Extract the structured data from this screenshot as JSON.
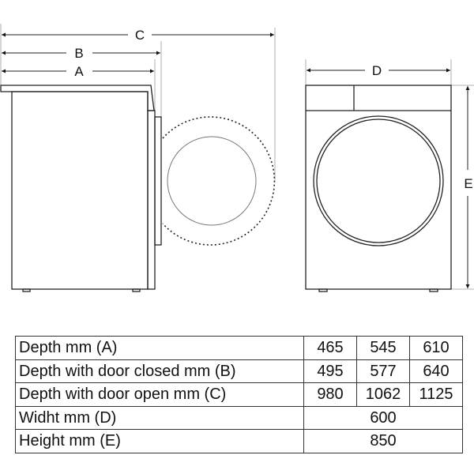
{
  "diagram": {
    "labels": {
      "a": "A",
      "b": "B",
      "c": "C",
      "d": "D",
      "e": "E"
    }
  },
  "table": {
    "rows": [
      {
        "name": "Depth mm (A)",
        "values": [
          "465",
          "545",
          "610"
        ]
      },
      {
        "name": "Depth with door closed mm (B)",
        "values": [
          "495",
          "577",
          "640"
        ]
      },
      {
        "name": "Depth with door open mm (C)",
        "values": [
          "980",
          "1062",
          "1125"
        ]
      },
      {
        "name": "Widht mm (D)",
        "value": "600"
      },
      {
        "name": "Height mm (E)",
        "value": "850"
      }
    ]
  }
}
